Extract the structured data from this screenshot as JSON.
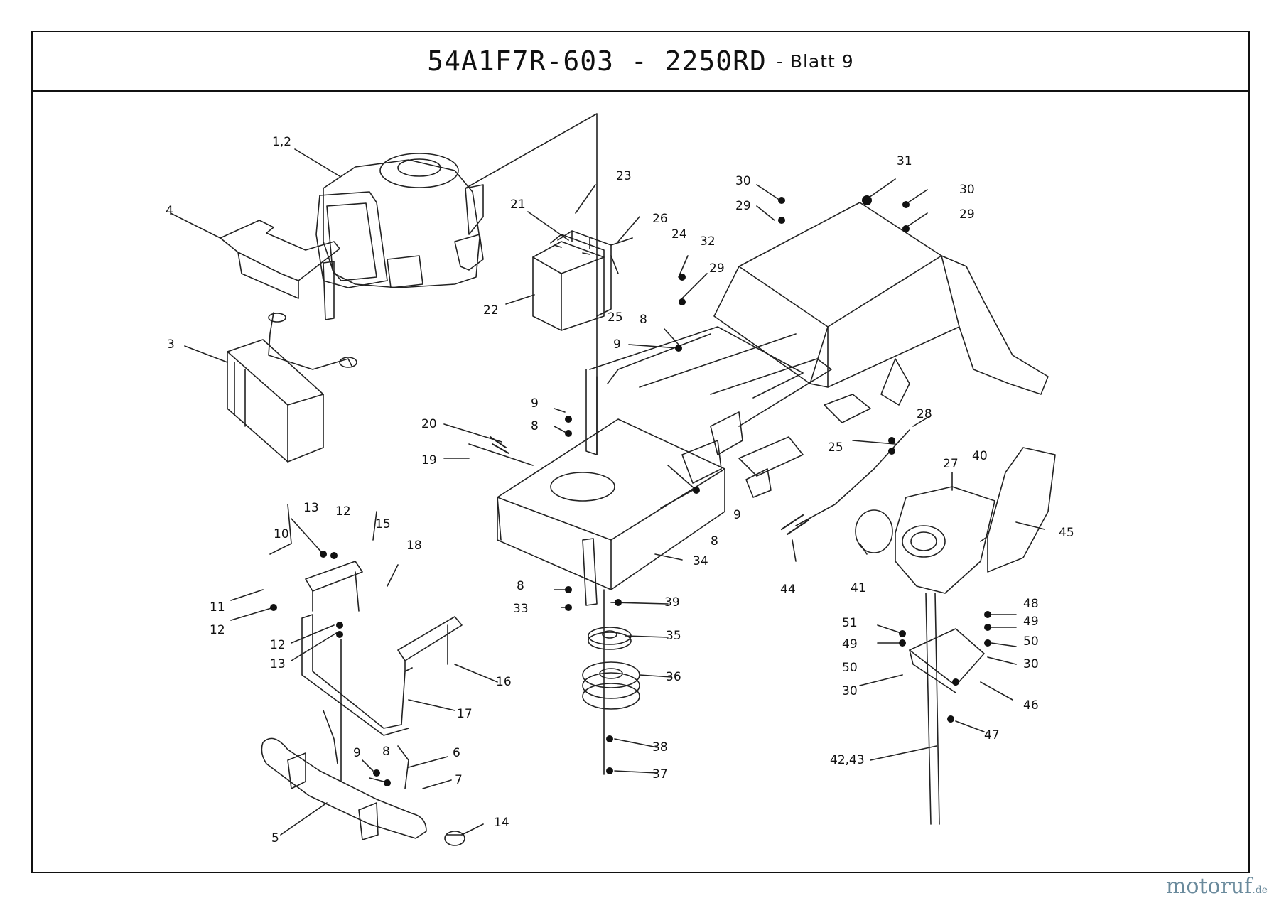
{
  "header": {
    "model": "54A1F7R-603 - 2250RD",
    "sheet": "- Blatt 9"
  },
  "watermark": {
    "brand": "motoruf",
    "tld": ".de"
  },
  "callouts": [
    {
      "id": "c-1-2",
      "text": "1,2"
    },
    {
      "id": "c-4",
      "text": "4"
    },
    {
      "id": "c-3",
      "text": "3"
    },
    {
      "id": "c-21",
      "text": "21"
    },
    {
      "id": "c-22",
      "text": "22"
    },
    {
      "id": "c-23",
      "text": "23"
    },
    {
      "id": "c-26",
      "text": "26"
    },
    {
      "id": "c-24",
      "text": "24"
    },
    {
      "id": "c-25a",
      "text": "25"
    },
    {
      "id": "c-32",
      "text": "32"
    },
    {
      "id": "c-29a",
      "text": "29"
    },
    {
      "id": "c-30a",
      "text": "30"
    },
    {
      "id": "c-29b",
      "text": "29"
    },
    {
      "id": "c-31",
      "text": "31"
    },
    {
      "id": "c-30b",
      "text": "30"
    },
    {
      "id": "c-29c",
      "text": "29"
    },
    {
      "id": "c-8a",
      "text": "8"
    },
    {
      "id": "c-9a",
      "text": "9"
    },
    {
      "id": "c-9b",
      "text": "9"
    },
    {
      "id": "c-8b",
      "text": "8"
    },
    {
      "id": "c-20",
      "text": "20"
    },
    {
      "id": "c-19",
      "text": "19"
    },
    {
      "id": "c-9c",
      "text": "9"
    },
    {
      "id": "c-8c",
      "text": "8"
    },
    {
      "id": "c-34",
      "text": "34"
    },
    {
      "id": "c-28",
      "text": "28"
    },
    {
      "id": "c-25b",
      "text": "25"
    },
    {
      "id": "c-27",
      "text": "27"
    },
    {
      "id": "c-40",
      "text": "40"
    },
    {
      "id": "c-45",
      "text": "45"
    },
    {
      "id": "c-44",
      "text": "44"
    },
    {
      "id": "c-41",
      "text": "41"
    },
    {
      "id": "c-13a",
      "text": "13"
    },
    {
      "id": "c-12a",
      "text": "12"
    },
    {
      "id": "c-15",
      "text": "15"
    },
    {
      "id": "c-10",
      "text": "10"
    },
    {
      "id": "c-18",
      "text": "18"
    },
    {
      "id": "c-11",
      "text": "11"
    },
    {
      "id": "c-12b",
      "text": "12"
    },
    {
      "id": "c-12c",
      "text": "12"
    },
    {
      "id": "c-13b",
      "text": "13"
    },
    {
      "id": "c-8d",
      "text": "8"
    },
    {
      "id": "c-33",
      "text": "33"
    },
    {
      "id": "c-39",
      "text": "39"
    },
    {
      "id": "c-35",
      "text": "35"
    },
    {
      "id": "c-36",
      "text": "36"
    },
    {
      "id": "c-16",
      "text": "16"
    },
    {
      "id": "c-17",
      "text": "17"
    },
    {
      "id": "c-38",
      "text": "38"
    },
    {
      "id": "c-37",
      "text": "37"
    },
    {
      "id": "c-9d",
      "text": "9"
    },
    {
      "id": "c-8e",
      "text": "8"
    },
    {
      "id": "c-6",
      "text": "6"
    },
    {
      "id": "c-7",
      "text": "7"
    },
    {
      "id": "c-5",
      "text": "5"
    },
    {
      "id": "c-14",
      "text": "14"
    },
    {
      "id": "c-48",
      "text": "48"
    },
    {
      "id": "c-49a",
      "text": "49"
    },
    {
      "id": "c-51",
      "text": "51"
    },
    {
      "id": "c-49b",
      "text": "49"
    },
    {
      "id": "c-50a",
      "text": "50"
    },
    {
      "id": "c-50b",
      "text": "50"
    },
    {
      "id": "c-30c",
      "text": "30"
    },
    {
      "id": "c-30d",
      "text": "30"
    },
    {
      "id": "c-46",
      "text": "46"
    },
    {
      "id": "c-47",
      "text": "47"
    },
    {
      "id": "c-42-43",
      "text": "42,43"
    }
  ]
}
